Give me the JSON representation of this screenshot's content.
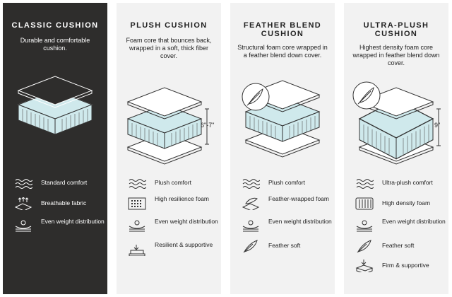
{
  "panels": [
    {
      "title": "CLASSIC CUSHION",
      "desc": "Durable and comfortable cushion.",
      "features": [
        {
          "icon": "wave-icon",
          "label": "Standard comfort"
        },
        {
          "icon": "breathable-fabric-icon",
          "label": "Breathable fabric"
        },
        {
          "icon": "even-weight-icon",
          "label": "Even weight distribution"
        }
      ]
    },
    {
      "title": "PLUSH CUSHION",
      "desc": "Foam core that bounces back, wrapped in a soft, thick fiber cover.",
      "measure": "6\"-7\"",
      "features": [
        {
          "icon": "wave-icon",
          "label": "Plush comfort"
        },
        {
          "icon": "high-resilience-foam-icon",
          "label": "High resilience foam"
        },
        {
          "icon": "even-weight-icon",
          "label": "Even weight distribution"
        },
        {
          "icon": "resilient-supportive-icon",
          "label": "Resilient & supportive"
        }
      ]
    },
    {
      "title": "FEATHER BLEND CUSHION",
      "desc": "Structural foam core wrapped in a feather blend down cover.",
      "features": [
        {
          "icon": "wave-icon",
          "label": "Plush comfort"
        },
        {
          "icon": "feather-wrapped-foam-icon",
          "label": "Feather-wrapped foam"
        },
        {
          "icon": "even-weight-icon",
          "label": "Even weight distribution"
        },
        {
          "icon": "feather-icon",
          "label": "Feather soft"
        }
      ]
    },
    {
      "title": "ULTRA-PLUSH CUSHION",
      "desc": "Highest density foam core wrapped in feather blend down cover.",
      "measure": "9\"",
      "features": [
        {
          "icon": "wave-icon",
          "label": "Ultra-plush comfort"
        },
        {
          "icon": "high-density-foam-icon",
          "label": "High density foam"
        },
        {
          "icon": "even-weight-icon",
          "label": "Even weight distribution"
        },
        {
          "icon": "feather-icon",
          "label": "Feather soft"
        },
        {
          "icon": "firm-supportive-icon",
          "label": "Firm & supportive"
        }
      ]
    }
  ]
}
